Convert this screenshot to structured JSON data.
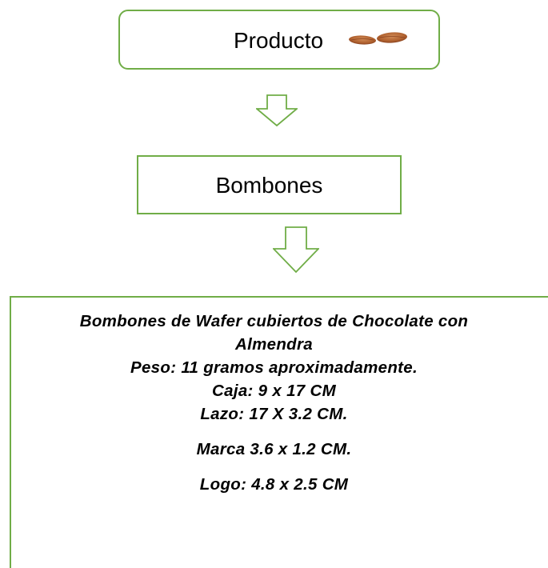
{
  "flow": {
    "product_label": "Producto",
    "category_label": "Bombones",
    "details": {
      "line1": "Bombones de Wafer cubiertos de Chocolate con",
      "line2": "Almendra",
      "line3": "Peso: 11 gramos aproximadamente.",
      "line4": "Caja: 9 x 17 CM",
      "line5": "Lazo: 17 X 3.2 CM.",
      "line6": "Marca 3.6 x 1.2 CM.",
      "line7": "Logo: 4.8 x 2.5 CM"
    }
  },
  "colors": {
    "border": "#70ad47",
    "almond": "#b86a3c"
  },
  "icons": {
    "product_image": "almonds-icon",
    "connector": "down-arrow-icon"
  }
}
